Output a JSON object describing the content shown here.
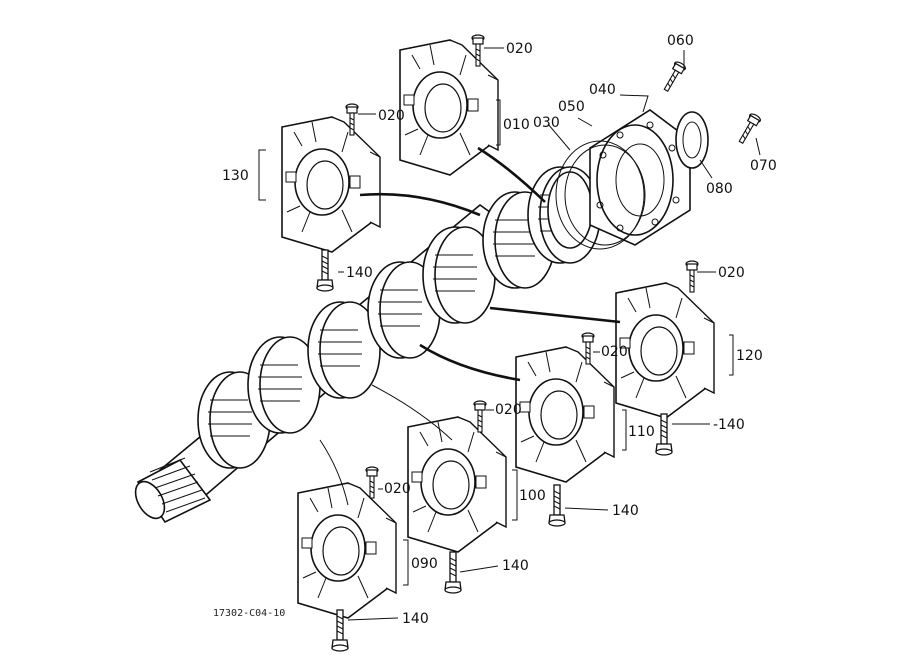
{
  "diagram": {
    "drawing_code": "17302-C04-10",
    "callouts": [
      {
        "id": "c010",
        "text": "010"
      },
      {
        "id": "c020a",
        "text": "020"
      },
      {
        "id": "c020b",
        "text": "020"
      },
      {
        "id": "c020c",
        "text": "020"
      },
      {
        "id": "c020d",
        "text": "020"
      },
      {
        "id": "c020e",
        "text": "020"
      },
      {
        "id": "c020f",
        "text": "020"
      },
      {
        "id": "c030",
        "text": "030"
      },
      {
        "id": "c040",
        "text": "040"
      },
      {
        "id": "c050",
        "text": "050"
      },
      {
        "id": "c060",
        "text": "060"
      },
      {
        "id": "c070",
        "text": "070"
      },
      {
        "id": "c080",
        "text": "080"
      },
      {
        "id": "c090",
        "text": "090"
      },
      {
        "id": "c100",
        "text": "100"
      },
      {
        "id": "c110",
        "text": "110"
      },
      {
        "id": "c120",
        "text": "120"
      },
      {
        "id": "c130",
        "text": "130"
      },
      {
        "id": "c140a",
        "text": "140"
      },
      {
        "id": "c140b",
        "text": "140"
      },
      {
        "id": "c140c",
        "text": "140"
      },
      {
        "id": "c140d",
        "text": "140"
      },
      {
        "id": "c140e",
        "text": "140"
      }
    ]
  }
}
